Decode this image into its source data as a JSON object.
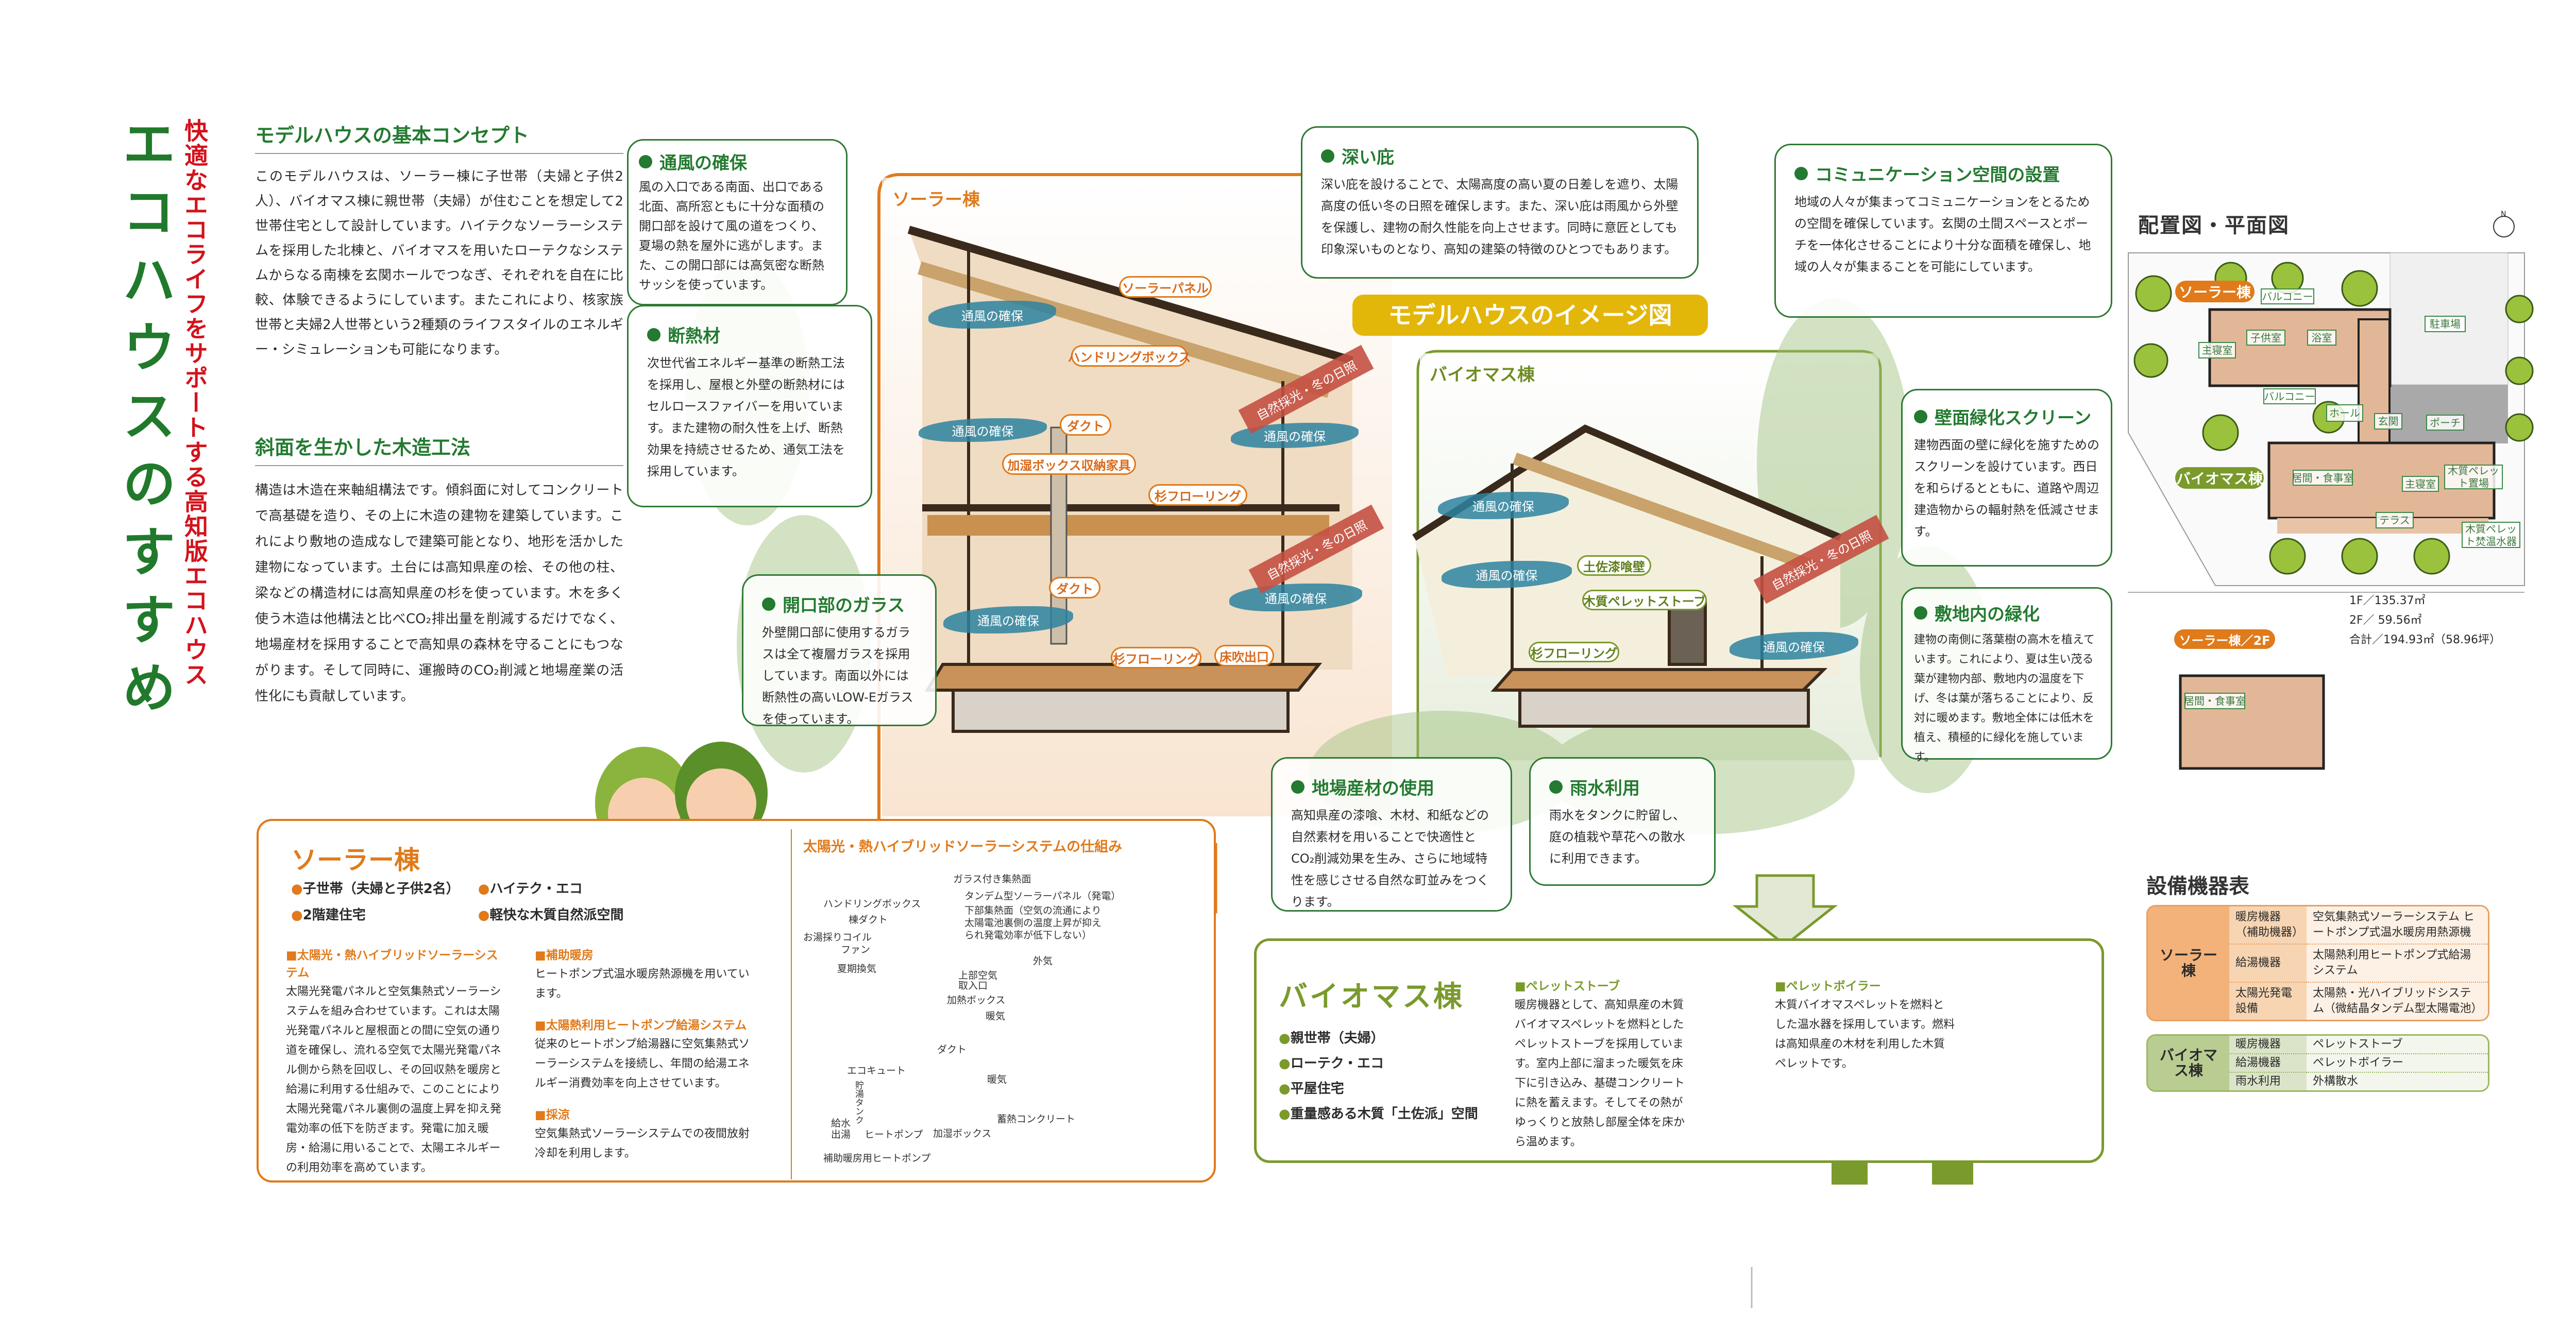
{
  "title": {
    "main": "エコハウスのすすめ",
    "subtitle": "快適なエコライフをサポートする高知版エコハウス"
  },
  "concept": {
    "heading": "モデルハウスの基本コンセプト",
    "body": "このモデルハウスは、ソーラー棟に子世帯（夫婦と子供2人）、バイオマス棟に親世帯（夫婦）が住むことを想定して2世帯住宅として設計しています。ハイテクなソーラーシステムを採用した北棟と、バイオマスを用いたローテクなシステムからなる南棟を玄関ホールでつなぎ、それぞれを自在に比較、体験できるようにしています。またこれにより、核家族世帯と夫婦2人世帯という2種類のライフスタイルのエネルギー・シミュレーションも可能になります。"
  },
  "construction": {
    "heading": "斜面を生かした木造工法",
    "body": "構造は木造在来軸組構法です。傾斜面に対してコンクリートで高基礎を造り、その上に木造の建物を建築しています。これにより敷地の造成なしで建築可能となり、地形を活かした建物になっています。土台には高知県産の桧、その他の柱、梁などの構造材には高知県産の杉を使っています。木を多く使う木造は他構法と比べCO₂排出量を削減するだけでなく、地場産材を採用することで高知県の森林を守ることにもつながります。そして同時に、運搬時のCO₂削減と地場産業の活性化にも貢献しています。"
  },
  "image_banner": "モデルハウスのイメージ図",
  "callouts": {
    "ventilation": {
      "title": "通風の確保",
      "body": "風の入口である南面、出口である北面、高所窓ともに十分な面積の開口部を設けて風の道をつくり、夏場の熱を屋外に逃がします。また、この開口部には高気密な断熱サッシを使っています。"
    },
    "insulation": {
      "title": "断熱材",
      "body": "次世代省エネルギー基準の断熱工法を採用し、屋根と外壁の断熱材にはセルロースファイバーを用いています。また建物の耐久性を上げ、断熱効果を持続させるため、通気工法を採用しています。"
    },
    "glass": {
      "title": "開口部のガラス",
      "body": "外壁開口部に使用するガラスは全て複層ガラスを採用しています。南面以外には断熱性の高いLOW-Eガラスを使っています。"
    },
    "eaves": {
      "title": "深い庇",
      "body": "深い庇を設けることで、太陽高度の高い夏の日差しを遮り、太陽高度の低い冬の日照を確保します。また、深い庇は雨風から外壁を保護し、建物の耐久性能を向上させます。同時に意匠としても印象深いものとなり、高知の建築の特徴のひとつでもあります。"
    },
    "community": {
      "title": "コミュニケーション空間の設置",
      "body": "地域の人々が集まってコミュニケーションをとるための空間を確保しています。玄関の土間スペースとポーチを一体化させることにより十分な面積を確保し、地域の人々が集まることを可能にしています。"
    },
    "green_screen": {
      "title": "壁面緑化スクリーン",
      "body": "建物西面の壁に緑化を施すためのスクリーンを設けています。西日を和らげるとともに、道路や周辺建造物からの輻射熱を低減させます。"
    },
    "site_greening": {
      "title": "敷地内の緑化",
      "body": "建物の南側に落葉樹の高木を植えています。これにより、夏は生い茂る葉が建物内部、敷地内の温度を下げ、冬は葉が落ちることにより、反対に暖めます。敷地全体には低木を植え、積極的に緑化を施しています。"
    },
    "local_materials": {
      "title": "地場産材の使用",
      "body": "高知県産の漆喰、木材、和紙などの自然素材を用いることで快適性とCO₂削減効果を生み、さらに地域特性を感じさせる自然な町並みをつくります。"
    },
    "rainwater": {
      "title": "雨水利用",
      "body": "雨水をタンクに貯留し、庭の植栽や草花への散水に利用できます。"
    }
  },
  "illustration": {
    "solar_title": "ソーラー棟",
    "biomass_title": "バイオマス棟",
    "wind_label": "通風の確保",
    "sun_label": "自然採光・冬の日照",
    "solar_labels": {
      "panel": "ソーラーパネル",
      "handling_box": "ハンドリングボックス",
      "duct": "ダクト",
      "humidifier_furniture": "加湿ボックス収納家具",
      "flooring": "杉フローリング",
      "floor_outlet": "床吹出口"
    },
    "biomass_labels": {
      "plaster": "土佐漆喰壁",
      "stove": "木質ペレットストーブ",
      "flooring": "杉フローリング"
    }
  },
  "solar_house": {
    "title": "ソーラー棟",
    "tags": [
      "子世帯（夫婦と子供2名）",
      "ハイテク・エコ",
      "2階建住宅",
      "軽快な木質自然派空間"
    ],
    "sections": [
      {
        "heading": "■太陽光・熱ハイブリッドソーラーシステム",
        "body": "太陽光発電パネルと空気集熱式ソーラーシステムを組み合わせています。これは太陽光発電パネルと屋根面との間に空気の通り道を確保し、流れる空気で太陽光発電パネル側から熱を回収し、その回収熱を暖房と給湯に利用する仕組みで、このことにより太陽光発電パネル裏側の温度上昇を抑え発電効率の低下を防ぎます。発電に加え暖房・給湯に用いることで、太陽エネルギーの利用効率を高めています。"
      },
      {
        "heading": "■補助暖房",
        "body": "ヒートポンプ式温水暖房熱源機を用いています。"
      },
      {
        "heading": "■太陽熱利用ヒートポンプ給湯システム",
        "body": "従来のヒートポンプ給湯器に空気集熱式ソーラーシステムを接続し、年間の給湯エネルギー消費効率を向上させています。"
      },
      {
        "heading": "■採涼",
        "body": "空気集熱式ソーラーシステムでの夜間放射冷却を利用します。"
      }
    ],
    "diagram": {
      "title": "太陽光・熱ハイブリッドソーラーシステムの仕組み",
      "labels": {
        "glass_collector": "ガラス付き集熱面",
        "tandem_panel": "タンデム型ソーラーパネル（発電）",
        "lower_collector_1": "下部集熱面（空気の流通により",
        "lower_collector_2": "太陽電池裏側の温度上昇が抑え",
        "lower_collector_3": "られ発電効率が低下しない）",
        "handling_box": "ハンドリングボックス",
        "ridge_duct": "棟ダクト",
        "hot_water_coil": "お湯採りコイル",
        "fan": "ファン",
        "summer_vent": "夏期換気",
        "outside_air": "外気",
        "upper_intake_1": "上部空気",
        "upper_intake_2": "取入口",
        "heating_box": "加熱ボックス",
        "warm_air": "暖気",
        "duct": "ダクト",
        "ecocute": "エコキュート",
        "storage_tank": "貯湯タンク",
        "thermal_concrete": "蓄熱コンクリート",
        "water_supply": "給水",
        "hot_water_out": "出湯",
        "heat_pump": "ヒートポンプ",
        "humidifier_box": "加湿ボックス",
        "aux_heat_pump": "補助暖房用ヒートポンプ"
      }
    }
  },
  "biomass_house": {
    "title": "バイオマス棟",
    "tags": [
      "親世帯（夫婦）",
      "ローテク・エコ",
      "平屋住宅",
      "重量感ある木質「土佐派」空間"
    ],
    "sections": [
      {
        "heading": "■ペレットストーブ",
        "body": "暖房機器として、高知県産の木質バイオマスペレットを燃料としたペレットストーブを採用しています。室内上部に溜まった暖気を床下に引き込み、基礎コンクリートに熱を蓄えます。そしてその熱がゆっくりと放熱し部屋全体を床から温めます。"
      },
      {
        "heading": "■ペレットボイラー",
        "body": "木質バイオマスペレットを燃料とした温水器を採用しています。燃料は高知県産の木材を利用した木質ペレットです。"
      }
    ]
  },
  "site_plan": {
    "heading": "配置図・平面図",
    "compass": "N",
    "badges": {
      "solar": "ソーラー棟",
      "biomass": "バイオマス棟",
      "solar_2f": "ソーラー棟／2F"
    },
    "rooms": {
      "balcony": "バルコニー",
      "parking": "駐車場",
      "kids_room": "子供室",
      "bath": "浴室",
      "master_bedroom": "主寝室",
      "hall": "ホール",
      "entrance": "玄関",
      "porch": "ポーチ",
      "living_dining": "居間・食事室",
      "pellet_storage": "木質ペレット置場",
      "terrace": "テラス",
      "pellet_water_heater": "木質ペレット焚温水器"
    },
    "areas": [
      "1F／135.37㎡",
      "2F／ 59.56㎡",
      "合計／194.93㎡（58.96坪）"
    ]
  },
  "equipment": {
    "heading": "設備機器表",
    "solar": {
      "label": "ソーラー棟",
      "rows": [
        {
          "item": "暖房機器（補助機器）",
          "value": "空気集熱式ソーラーシステム ヒートポンプ式温水暖房用熱源機"
        },
        {
          "item": "給湯機器",
          "value": "太陽熱利用ヒートポンプ式給湯システム"
        },
        {
          "item": "太陽光発電設備",
          "value": "太陽熱・光ハイブリッドシステム（微結晶タンデム型太陽電池）"
        }
      ]
    },
    "biomass": {
      "label": "バイオマス棟",
      "rows": [
        {
          "item": "暖房機器",
          "value": "ペレットストーブ"
        },
        {
          "item": "給湯機器",
          "value": "ペレットボイラー"
        },
        {
          "item": "雨水利用",
          "value": "外構散水"
        }
      ]
    }
  },
  "colors": {
    "green": "#237a30",
    "olive": "#7a9a2c",
    "orange": "#e07a1a",
    "red": "#d3121b",
    "banner": "#e3b60a",
    "wind": "#2d82a0"
  }
}
